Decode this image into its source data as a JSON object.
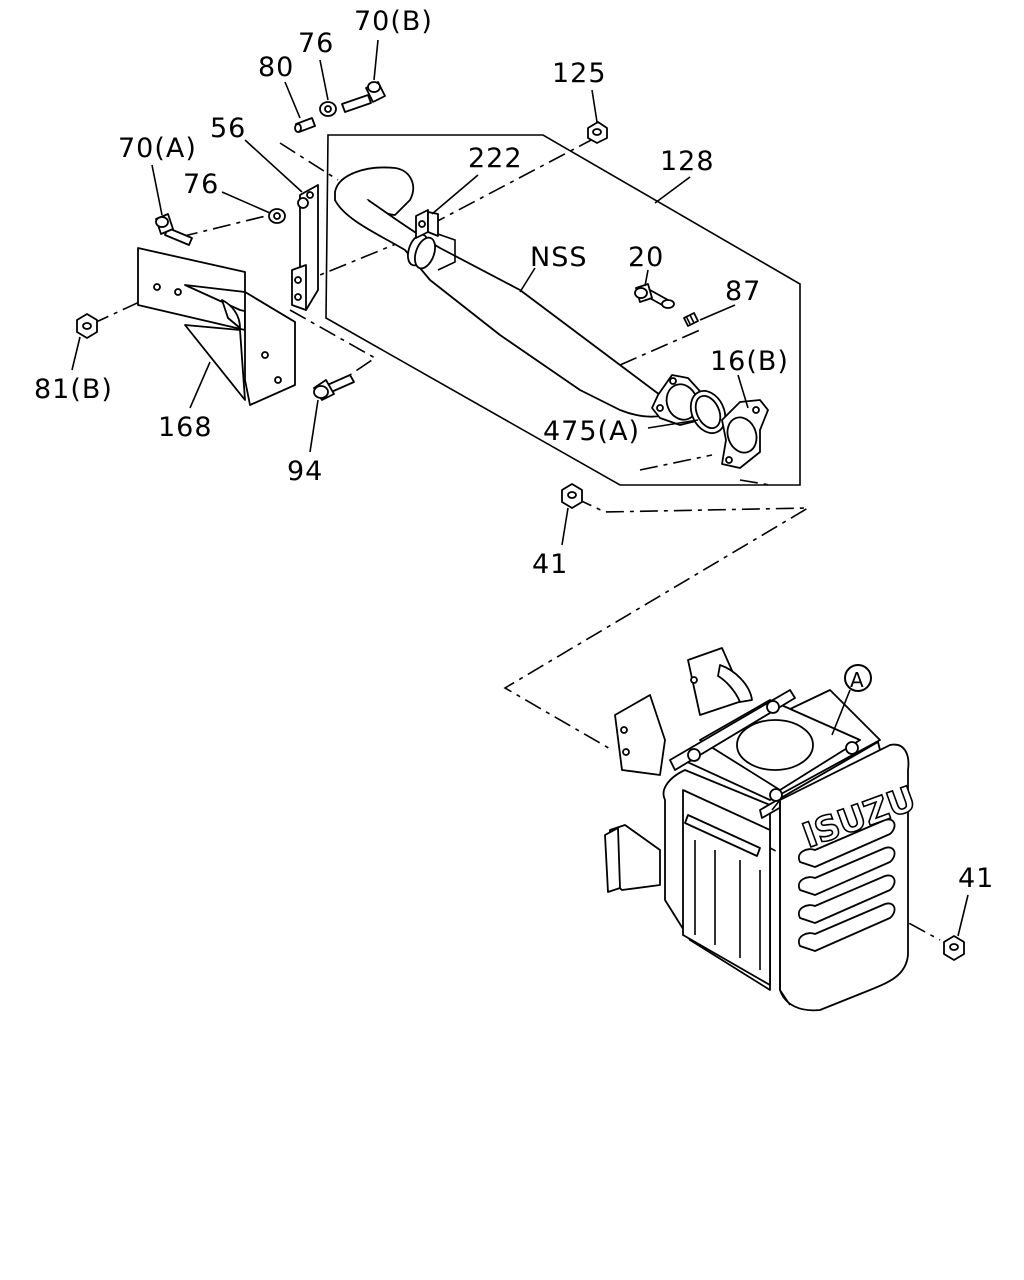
{
  "callouts": {
    "c70b": "70(B)",
    "c76a": "76",
    "c80": "80",
    "c125": "125",
    "c56": "56",
    "c70a": "70(A)",
    "c222": "222",
    "c128": "128",
    "c76b": "76",
    "cnss": "NSS",
    "c20": "20",
    "c87": "87",
    "c16b": "16(B)",
    "c81b": "81(B)",
    "c475a": "475(A)",
    "c168": "168",
    "c94": "94",
    "c41a": "41",
    "cA": "A",
    "c41b": "41"
  },
  "logo_text": "ISUZU"
}
